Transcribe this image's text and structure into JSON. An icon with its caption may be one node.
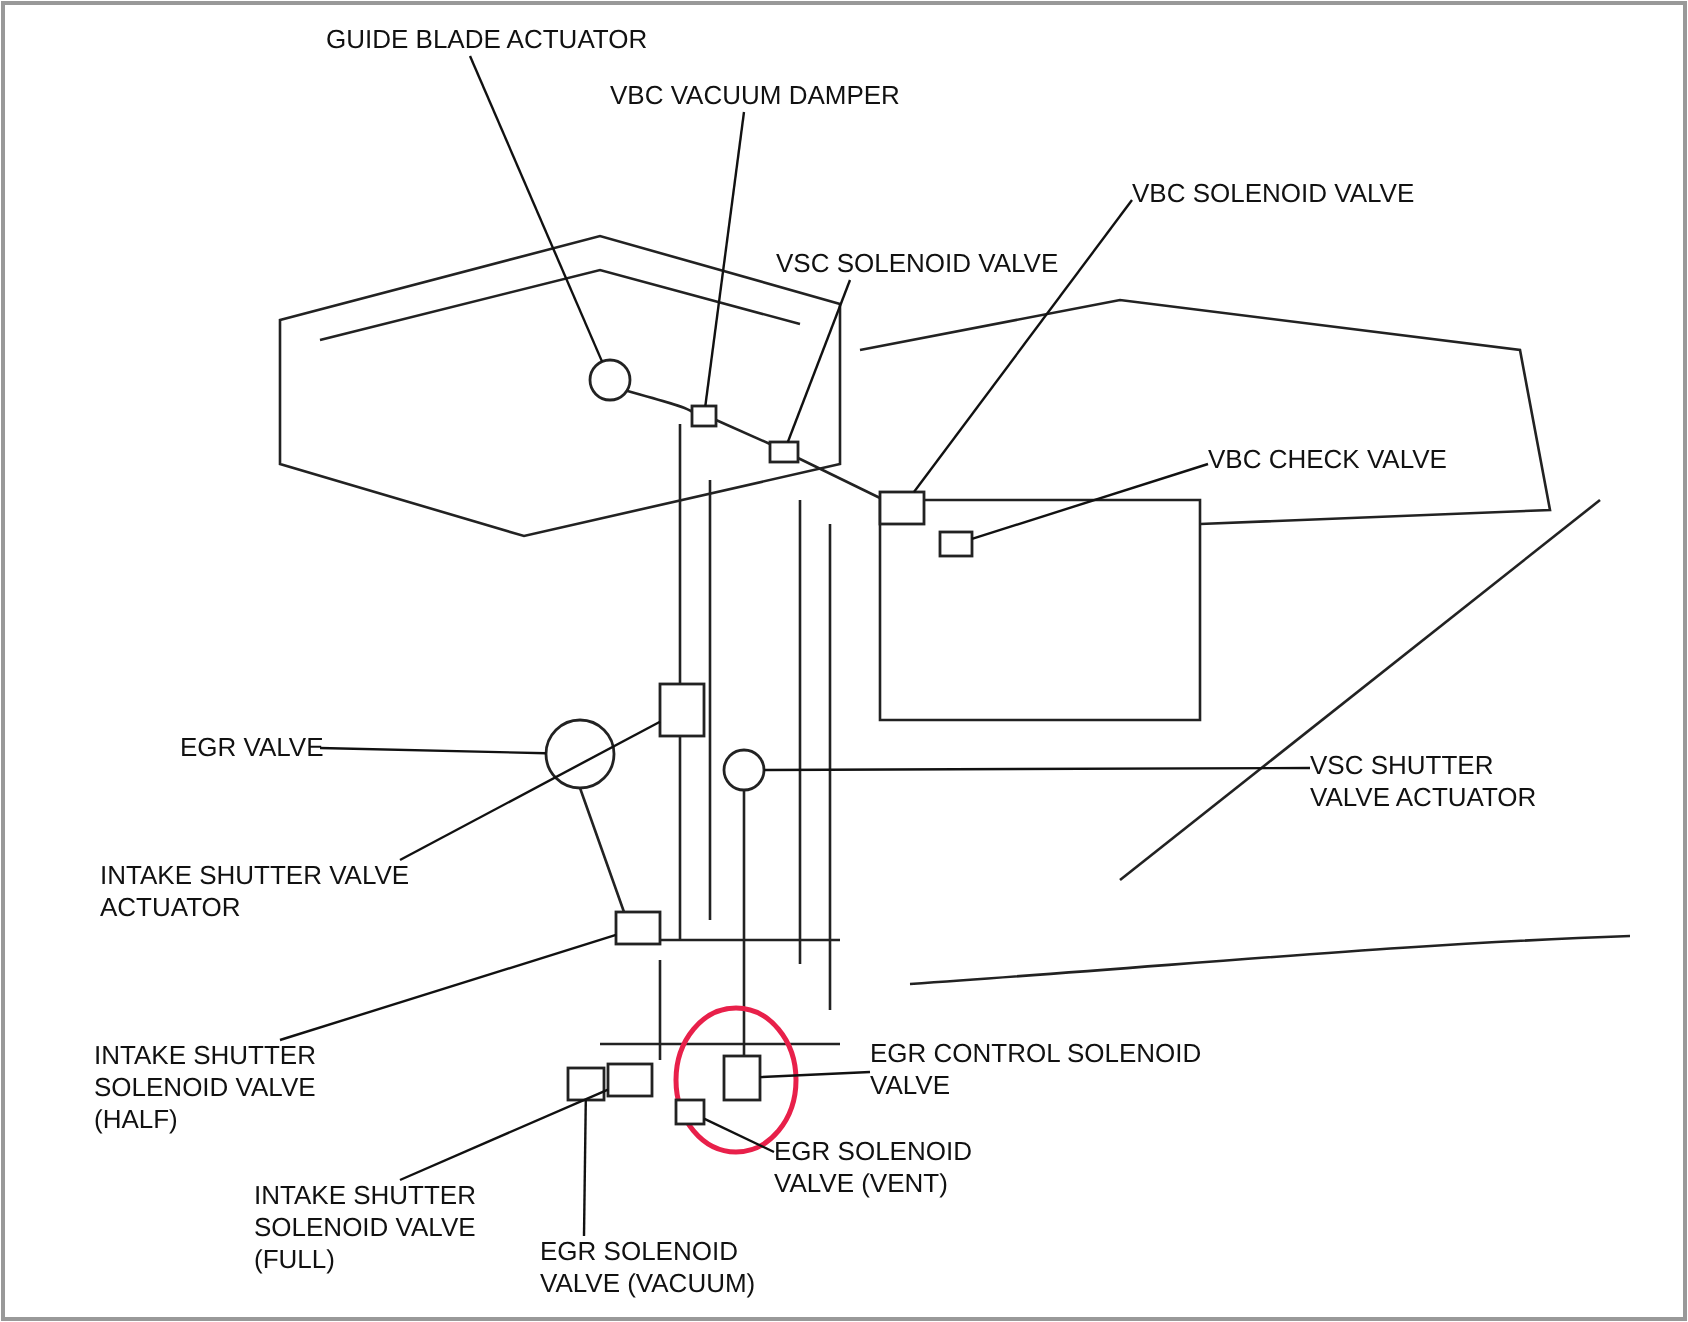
{
  "diagram": {
    "nodes": [
      {
        "text": [
          "GUIDE BLADE ACTUATOR"
        ]
      },
      {
        "text": [
          "VBC VACUUM DAMPER"
        ]
      },
      {
        "text": [
          "VBC SOLENOID VALVE"
        ]
      },
      {
        "text": [
          "VSC SOLENOID VALVE"
        ]
      },
      {
        "text": [
          "VBC CHECK VALVE"
        ]
      },
      {
        "text": [
          "EGR VALVE"
        ]
      },
      {
        "text": [
          "VSC SHUTTER VALVE ACTUATOR"
        ]
      },
      {
        "text": [
          "INTAKE SHUTTER VALVE ACTUATOR"
        ]
      },
      {
        "text": [
          "EGR CONTROL SOLENOID VALVE"
        ]
      },
      {
        "text": [
          "INTAKE SHUTTER SOLENOID VALVE (HALF)"
        ]
      },
      {
        "text": [
          "EGR SOLENOID VALVE (VENT)"
        ]
      },
      {
        "text": [
          "INTAKE SHUTTER SOLENOID VALVE (FULL)"
        ]
      },
      {
        "text": [
          "EGR SOLENOID VALVE (VACUUM)"
        ]
      },
      {
        "text": [],
        "shape": "circle"
      },
      {
        "text": [],
        "shape": "box"
      },
      {
        "text": [],
        "shape": "box"
      },
      {
        "text": [],
        "shape": "box"
      },
      {
        "text": [],
        "shape": "box"
      },
      {
        "text": [],
        "shape": "circle"
      },
      {
        "text": [],
        "shape": "circle"
      },
      {
        "text": [],
        "shape": "box"
      },
      {
        "text": [],
        "shape": "box"
      },
      {
        "text": [],
        "shape": "box"
      },
      {
        "text": [],
        "shape": "box"
      },
      {
        "text": [],
        "shape": "box"
      },
      {
        "text": [],
        "shape": "box"
      }
    ],
    "edges": [
      {
        "from": 0,
        "to": 13,
        "arrow": "none"
      },
      {
        "from": 1,
        "to": 14,
        "arrow": "none"
      },
      {
        "from": 2,
        "to": 15,
        "arrow": "none"
      },
      {
        "from": 3,
        "to": 16,
        "arrow": "none"
      },
      {
        "from": 4,
        "to": 17,
        "arrow": "none"
      },
      {
        "from": 5,
        "to": 18,
        "arrow": "none"
      },
      {
        "from": 6,
        "to": 19,
        "arrow": "none"
      },
      {
        "from": 7,
        "to": 20,
        "arrow": "none"
      },
      {
        "from": 8,
        "to": 21,
        "arrow": "none"
      },
      {
        "from": 9,
        "to": 22,
        "arrow": "none"
      },
      {
        "from": 10,
        "to": 23,
        "arrow": "none"
      },
      {
        "from": 11,
        "to": 24,
        "arrow": "none"
      },
      {
        "from": 12,
        "to": 25,
        "arrow": "none"
      }
    ]
  }
}
